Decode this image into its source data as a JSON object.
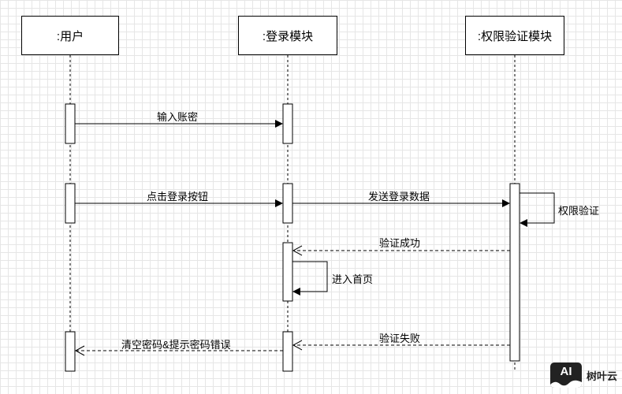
{
  "actors": [
    {
      "id": "user",
      "label": ":用户"
    },
    {
      "id": "login",
      "label": ":登录模块"
    },
    {
      "id": "auth",
      "label": ":权限验证模块"
    }
  ],
  "messages": [
    {
      "id": "input-account",
      "label": "输入账密",
      "from": "user",
      "to": "login",
      "style": "solid"
    },
    {
      "id": "click-login",
      "label": "点击登录按钮",
      "from": "user",
      "to": "login",
      "style": "solid"
    },
    {
      "id": "send-login-data",
      "label": "发送登录数据",
      "from": "login",
      "to": "auth",
      "style": "solid"
    },
    {
      "id": "permission-check",
      "label": "权限验证",
      "from": "auth",
      "to": "auth",
      "style": "self"
    },
    {
      "id": "verify-success",
      "label": "验证成功",
      "from": "auth",
      "to": "login",
      "style": "dashed"
    },
    {
      "id": "enter-home",
      "label": "进入首页",
      "from": "login",
      "to": "login",
      "style": "self"
    },
    {
      "id": "verify-fail",
      "label": "验证失败",
      "from": "auth",
      "to": "login",
      "style": "dashed"
    },
    {
      "id": "clear-password",
      "label": "清空密码&提示密码错误",
      "from": "login",
      "to": "user",
      "style": "dashed"
    }
  ],
  "watermark": {
    "logo_text": "AI",
    "text": "树叶云"
  }
}
